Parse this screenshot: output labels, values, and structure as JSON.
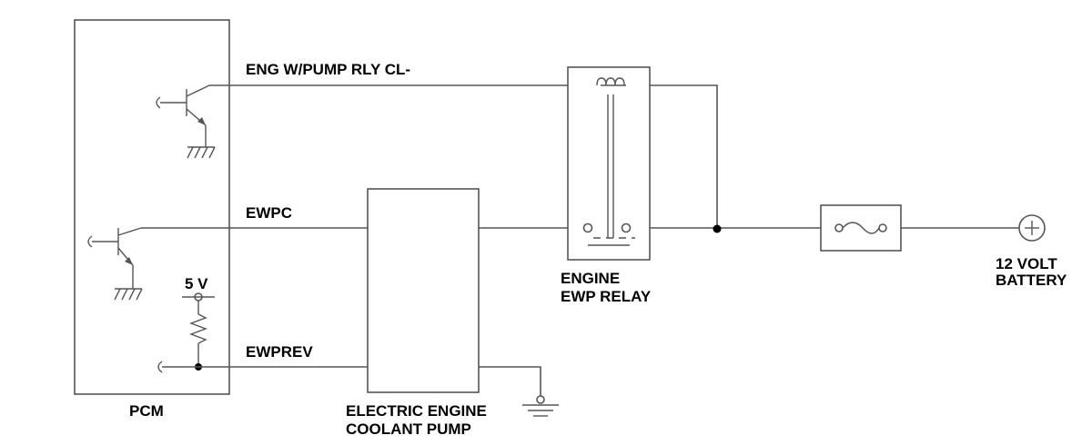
{
  "labels": {
    "pcm": "PCM",
    "eng_pump_relay_control": "ENG W/PUMP RLY CL-",
    "ewpc": "EWPC",
    "ewprev": "EWPREV",
    "five_volt": "5 V",
    "relay_line1": "ENGINE",
    "relay_line2": "EWP RELAY",
    "pump_line1": "ELECTRIC ENGINE",
    "pump_line2": "COOLANT PUMP",
    "battery_line1": "12 VOLT",
    "battery_line2": "BATTERY"
  },
  "colors": {
    "wire": "#555555",
    "text": "#000000"
  }
}
